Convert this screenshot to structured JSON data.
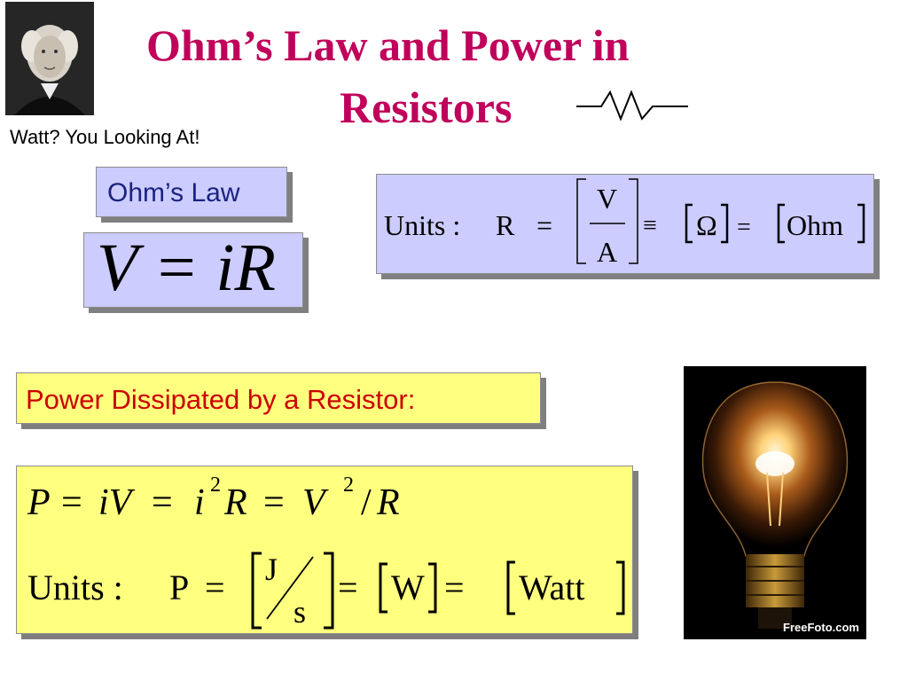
{
  "title": {
    "line1": "Ohm’s Law and Power in",
    "line2": "Resistors"
  },
  "portrait_caption": "Watt? You Looking At!",
  "ohms_law": {
    "label": "Ohm’s Law",
    "equation": "V = iR",
    "units": {
      "prefix": "Units :",
      "symbol": "R",
      "eq": "=",
      "numerator": "V",
      "denominator": "A",
      "equiv": "≡",
      "omega": "Ω",
      "eq2": "=",
      "ohm": "Ohm"
    }
  },
  "power": {
    "label": "Power Dissipated by a Resistor:",
    "eq_parts": {
      "p": "P",
      "eq1": "=",
      "iv": "iV",
      "eq2": "=",
      "i": "i",
      "sq1": "2",
      "r1": "R",
      "eq3": "=",
      "v": "V",
      "sq2": "2",
      "slash": "/",
      "r2": "R"
    },
    "units": {
      "prefix": "Units :",
      "symbol": "P",
      "eq": "=",
      "j": "J",
      "s": "s",
      "eq2": "=",
      "w": "W",
      "eq3": "=",
      "watt": "Watt"
    }
  },
  "photo_watermark": "FreeFoto.com",
  "colors": {
    "title": "#c0005a",
    "lavender": "#ccccff",
    "yellow": "#ffff7f",
    "power_label": "#cc0000",
    "ohms_label": "#1a237e"
  }
}
